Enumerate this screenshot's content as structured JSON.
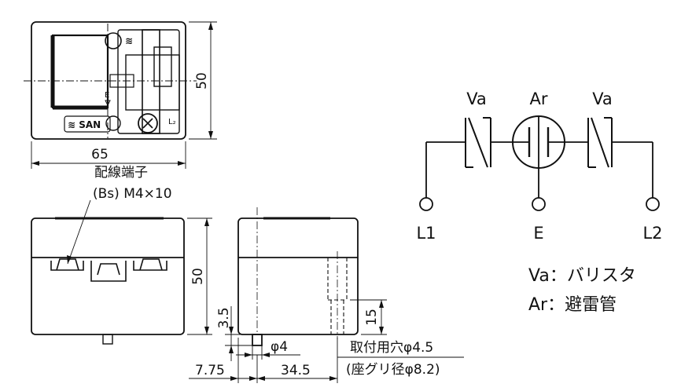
{
  "drawing": {
    "top_view": {
      "width_dim": "65",
      "height_dim": "50",
      "logo_top": "≋",
      "logo_bottom": "≋ SAN",
      "e_mark": "E",
      "l2_mark": "L₂"
    },
    "front_view": {
      "terminal_label_line1": "配線端子",
      "terminal_label_line2": "(Bs) M4×10",
      "height_dim": "50"
    },
    "side_view": {
      "dim_3_5": "3.5",
      "dim_15": "15",
      "dim_phi4": "φ4",
      "dim_7_75": "7.75",
      "dim_34_5": "34.5",
      "hole_note_line1": "取付用穴φ4.5",
      "hole_note_line2": "(座グリ径φ8.2)"
    },
    "circuit": {
      "varistor_left": "Va",
      "arrester": "Ar",
      "varistor_right": "Va",
      "terminal_l1": "L1",
      "terminal_e": "E",
      "terminal_l2": "L2"
    },
    "legend": {
      "va": "Va：バリスタ",
      "ar": "Ar：避雷管"
    }
  }
}
